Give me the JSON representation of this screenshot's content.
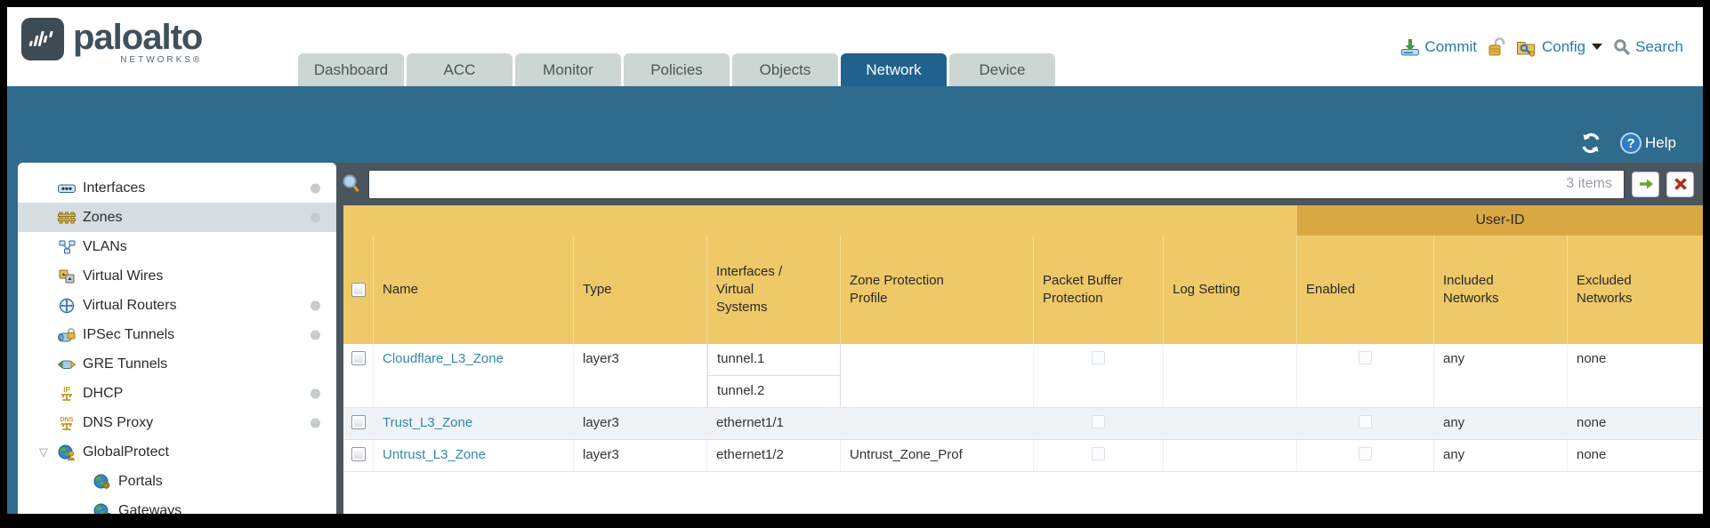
{
  "colors": {
    "teal_band": "#2f6b8d",
    "active_tab": "#20628e",
    "table_header_gold": "#efc868",
    "userid_band_gold": "#d8a843",
    "link_blue": "#3187af",
    "filter_bar": "#4b555d"
  },
  "header": {
    "brand": {
      "name": "paloalto",
      "subtitle": "NETWORKS®"
    },
    "tabs": [
      {
        "label": "Dashboard",
        "active": false
      },
      {
        "label": "ACC",
        "active": false
      },
      {
        "label": "Monitor",
        "active": false
      },
      {
        "label": "Policies",
        "active": false
      },
      {
        "label": "Objects",
        "active": false
      },
      {
        "label": "Network",
        "active": true
      },
      {
        "label": "Device",
        "active": false
      }
    ],
    "actions": {
      "commit": "Commit",
      "config": "Config",
      "search": "Search"
    }
  },
  "band": {
    "help_label": "Help"
  },
  "sidebar": {
    "items": [
      {
        "label": "Interfaces",
        "icon": "interfaces-icon",
        "dot": true,
        "selected": false
      },
      {
        "label": "Zones",
        "icon": "zones-icon",
        "dot": true,
        "selected": true
      },
      {
        "label": "VLANs",
        "icon": "vlans-icon",
        "dot": false,
        "selected": false
      },
      {
        "label": "Virtual Wires",
        "icon": "virtual-wires-icon",
        "dot": false,
        "selected": false
      },
      {
        "label": "Virtual Routers",
        "icon": "virtual-routers-icon",
        "dot": true,
        "selected": false
      },
      {
        "label": "IPSec Tunnels",
        "icon": "ipsec-tunnels-icon",
        "dot": true,
        "selected": false
      },
      {
        "label": "GRE Tunnels",
        "icon": "gre-tunnels-icon",
        "dot": false,
        "selected": false
      },
      {
        "label": "DHCP",
        "icon": "dhcp-icon",
        "dot": true,
        "selected": false
      },
      {
        "label": "DNS Proxy",
        "icon": "dns-proxy-icon",
        "dot": true,
        "selected": false
      },
      {
        "label": "GlobalProtect",
        "icon": "globalprotect-icon",
        "dot": false,
        "selected": false,
        "expanded": true
      },
      {
        "label": "Portals",
        "icon": "portals-icon",
        "dot": false,
        "selected": false,
        "indent": true
      },
      {
        "label": "Gateways",
        "icon": "gateways-icon",
        "dot": false,
        "selected": false,
        "indent": true
      }
    ]
  },
  "filter": {
    "value": "",
    "count": "3 items"
  },
  "table": {
    "group_header": "User-ID",
    "columns": [
      "Name",
      "Type",
      "Interfaces / Virtual Systems",
      "Zone Protection Profile",
      "Packet Buffer Protection",
      "Log Setting",
      "Enabled",
      "Included Networks",
      "Excluded Networks"
    ],
    "rows": [
      {
        "name": "Cloudflare_L3_Zone",
        "type": "layer3",
        "interfaces": [
          "tunnel.1",
          "tunnel.2"
        ],
        "zone_protection_profile": "",
        "log_setting": "",
        "included_networks": "any",
        "excluded_networks": "none"
      },
      {
        "name": "Trust_L3_Zone",
        "type": "layer3",
        "interfaces": [
          "ethernet1/1"
        ],
        "zone_protection_profile": "",
        "log_setting": "",
        "included_networks": "any",
        "excluded_networks": "none"
      },
      {
        "name": "Untrust_L3_Zone",
        "type": "layer3",
        "interfaces": [
          "ethernet1/2"
        ],
        "zone_protection_profile": "Untrust_Zone_Prof",
        "log_setting": "",
        "included_networks": "any",
        "excluded_networks": "none"
      }
    ]
  }
}
